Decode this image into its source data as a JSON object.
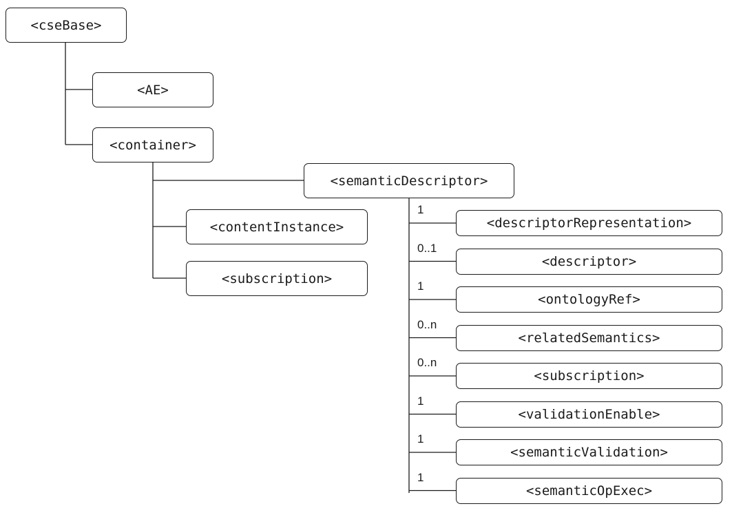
{
  "root": {
    "label": "<cseBase>"
  },
  "ae": {
    "label": "<AE>"
  },
  "container": {
    "label": "<container>"
  },
  "semantic_descriptor": {
    "label": "<semanticDescriptor>"
  },
  "content_instance": {
    "label": "<contentInstance>"
  },
  "container_subscription": {
    "label": "<subscription>"
  },
  "attributes": [
    {
      "multiplicity": "1",
      "label": "<descriptorRepresentation>"
    },
    {
      "multiplicity": "0..1",
      "label": "<descriptor>"
    },
    {
      "multiplicity": "1",
      "label": "<ontologyRef>"
    },
    {
      "multiplicity": "0..n",
      "label": "<relatedSemantics>"
    },
    {
      "multiplicity": "0..n",
      "label": "<subscription>"
    },
    {
      "multiplicity": "1",
      "label": "<validationEnable>"
    },
    {
      "multiplicity": "1",
      "label": "<semanticValidation>"
    },
    {
      "multiplicity": "1",
      "label": "<semanticOpExec>"
    }
  ]
}
